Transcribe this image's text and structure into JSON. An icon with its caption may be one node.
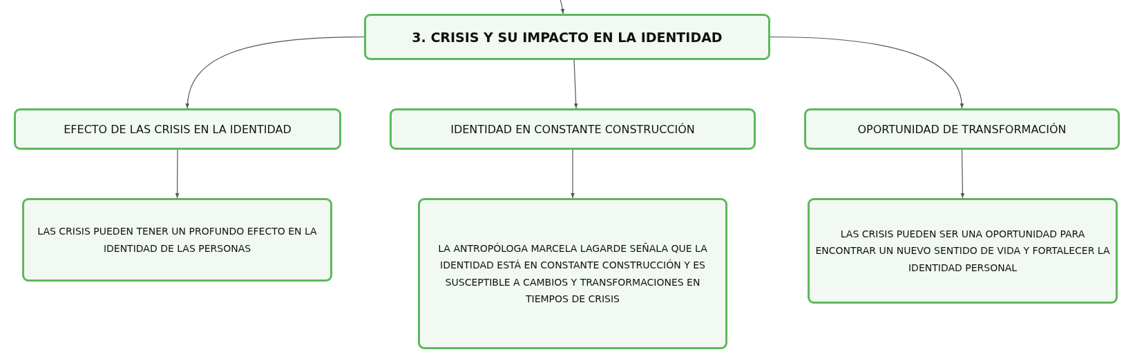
{
  "diagram": {
    "nodes": [
      {
        "text": [
          "3. CRISIS Y SU IMPACTO EN LA IDENTIDAD"
        ]
      },
      {
        "text": [
          "EFECTO DE LAS CRISIS EN LA IDENTIDAD"
        ]
      },
      {
        "text": [
          "IDENTIDAD EN CONSTANTE CONSTRUCCIÓN"
        ]
      },
      {
        "text": [
          "OPORTUNIDAD DE TRANSFORMACIÓN"
        ]
      },
      {
        "text": [
          "LAS CRISIS PUEDEN TENER UN PROFUNDO EFECTO EN LA IDENTIDAD DE LAS PERSONAS"
        ]
      },
      {
        "text": [
          "LA ANTROPÓLOGA MARCELA LAGARDE SEÑALA QUE LA IDENTIDAD ESTÁ EN CONSTANTE CONSTRUCCIÓN Y ES SUSCEPTIBLE A CAMBIOS Y TRANSFORMACIONES EN TIEMPOS DE CRISIS"
        ]
      },
      {
        "text": [
          "LAS CRISIS PUEDEN SER UNA OPORTUNIDAD PARA ENCONTRAR UN NUEVO SENTIDO DE VIDA Y FORTALECER LA IDENTIDAD PERSONAL"
        ]
      }
    ],
    "edges": [
      {
        "from": null,
        "to": 0,
        "arrow": "to"
      },
      {
        "from": 0,
        "to": 1,
        "arrow": "to"
      },
      {
        "from": 0,
        "to": 2,
        "arrow": "to"
      },
      {
        "from": 0,
        "to": 3,
        "arrow": "to"
      },
      {
        "from": 1,
        "to": 4,
        "arrow": "to"
      },
      {
        "from": 2,
        "to": 5,
        "arrow": "to"
      },
      {
        "from": 3,
        "to": 6,
        "arrow": "to"
      }
    ]
  }
}
